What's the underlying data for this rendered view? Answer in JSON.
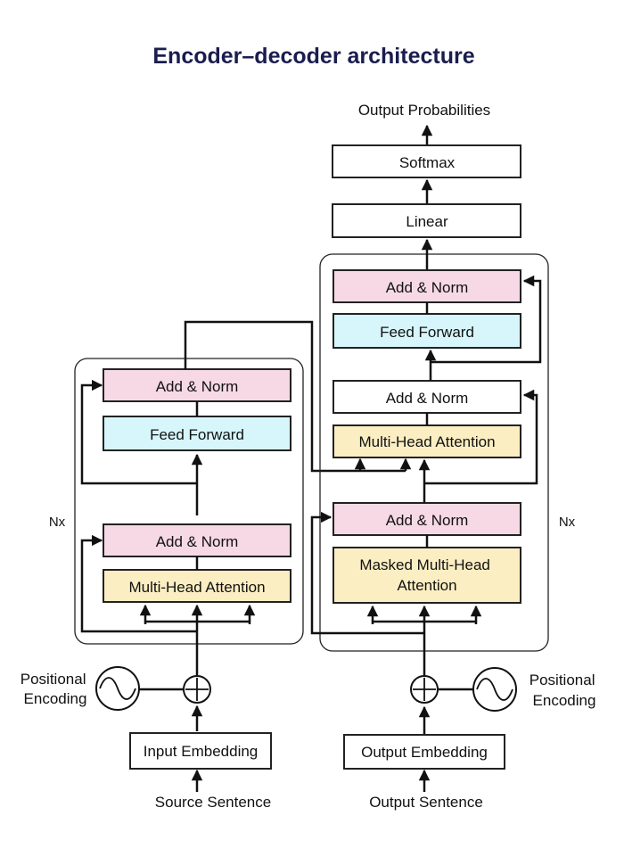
{
  "title": "Encoder–decoder architecture",
  "colors": {
    "title": "#1a1d4e",
    "add_norm": "#f7d9e5",
    "feed_forward": "#d6f6fb",
    "attention": "#fbeec2",
    "plain": "#ffffff"
  },
  "encoder": {
    "repeat_label": "Nx",
    "add_norm_top": "Add & Norm",
    "feed_forward": "Feed Forward",
    "add_norm_bottom": "Add & Norm",
    "multi_head_attention": "Multi-Head Attention",
    "positional_encoding": [
      "Positional",
      "Encoding"
    ],
    "input_embedding": "Input Embedding",
    "source": "Source Sentence"
  },
  "decoder": {
    "repeat_label": "Nx",
    "output_probabilities": "Output Probabilities",
    "softmax": "Softmax",
    "linear": "Linear",
    "add_norm_top": "Add & Norm",
    "feed_forward": "Feed Forward",
    "add_norm_middle": "Add & Norm",
    "multi_head_attention": "Multi-Head Attention",
    "add_norm_bottom": "Add & Norm",
    "masked_attention": [
      "Masked Multi-Head",
      "Attention"
    ],
    "positional_encoding": [
      "Positional",
      "Encoding"
    ],
    "output_embedding": "Output Embedding",
    "source": "Output Sentence"
  }
}
